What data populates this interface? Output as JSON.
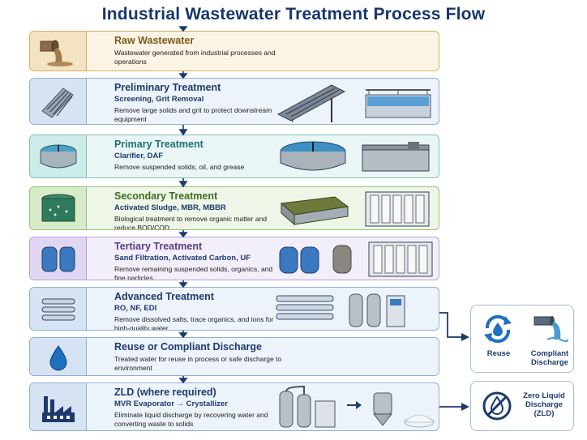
{
  "title": "Industrial Wastewater Treatment Process Flow",
  "stages": [
    {
      "heading": "Raw Wastewater",
      "subtitle": "",
      "description": "Wastewater generated from industrial processes and operations",
      "color": "#7a5a1e",
      "bg": "#fbf4e4",
      "border": "#d9b25a",
      "icon": "pipe-discharge-icon"
    },
    {
      "heading": "Preliminary Treatment",
      "subtitle": "Screening, Grit Removal",
      "description": "Remove large solids and grit to protect downstream equipment",
      "color": "#1d3a6e",
      "bg": "#edf3fb",
      "border": "#8fb0d6",
      "icon": "bar-screen-icon"
    },
    {
      "heading": "Primary Treatment",
      "subtitle": "Clarifier, DAF",
      "description": "Remove suspended solids, oil, and grease",
      "color": "#1f6f74",
      "bg": "#eaf6f5",
      "border": "#7fbfbc",
      "icon": "clarifier-icon"
    },
    {
      "heading": "Secondary Treatment",
      "subtitle": "Activated Sludge, MBR, MBBR",
      "description": "Biological treatment to remove organic matter and reduce BOD/COD",
      "color": "#3c6e1e",
      "bg": "#eef6e8",
      "border": "#95c07a",
      "icon": "aeration-tank-icon"
    },
    {
      "heading": "Tertiary Treatment",
      "subtitle": "Sand Filtration, Activated Carbon, UF",
      "description": "Remove remaining suspended solids, organics, and fine particles",
      "color": "#5a3d8c",
      "bg": "#f3effa",
      "border": "#b3a1d6",
      "icon": "filter-vessels-icon"
    },
    {
      "heading": "Advanced Treatment",
      "subtitle": "RO, NF, EDI",
      "description": "Remove dissolved salts, trace organics, and ions for high-quality water",
      "color": "#1d3a6e",
      "bg": "#edf3fb",
      "border": "#8fb0d6",
      "icon": "ro-skid-icon"
    },
    {
      "heading": "Reuse or Compliant Discharge",
      "subtitle": "",
      "description": "Treated water for reuse in process or safe discharge to environment",
      "color": "#1d3a6e",
      "bg": "#edf3fb",
      "border": "#8fb0d6",
      "icon": "water-drop-icon"
    },
    {
      "heading": "ZLD (where required)",
      "subtitle": "MVR Evaporator → Crystallizer",
      "description": "Eliminate liquid discharge by recovering water and converting waste to solids",
      "color": "#1d3a6e",
      "bg": "#edf3fb",
      "border": "#8fb0d6",
      "icon": "factory-icon"
    }
  ],
  "outputs": {
    "reuse": "Reuse",
    "compliant": "Compliant Discharge",
    "zld": "Zero Liquid Discharge (ZLD)"
  }
}
